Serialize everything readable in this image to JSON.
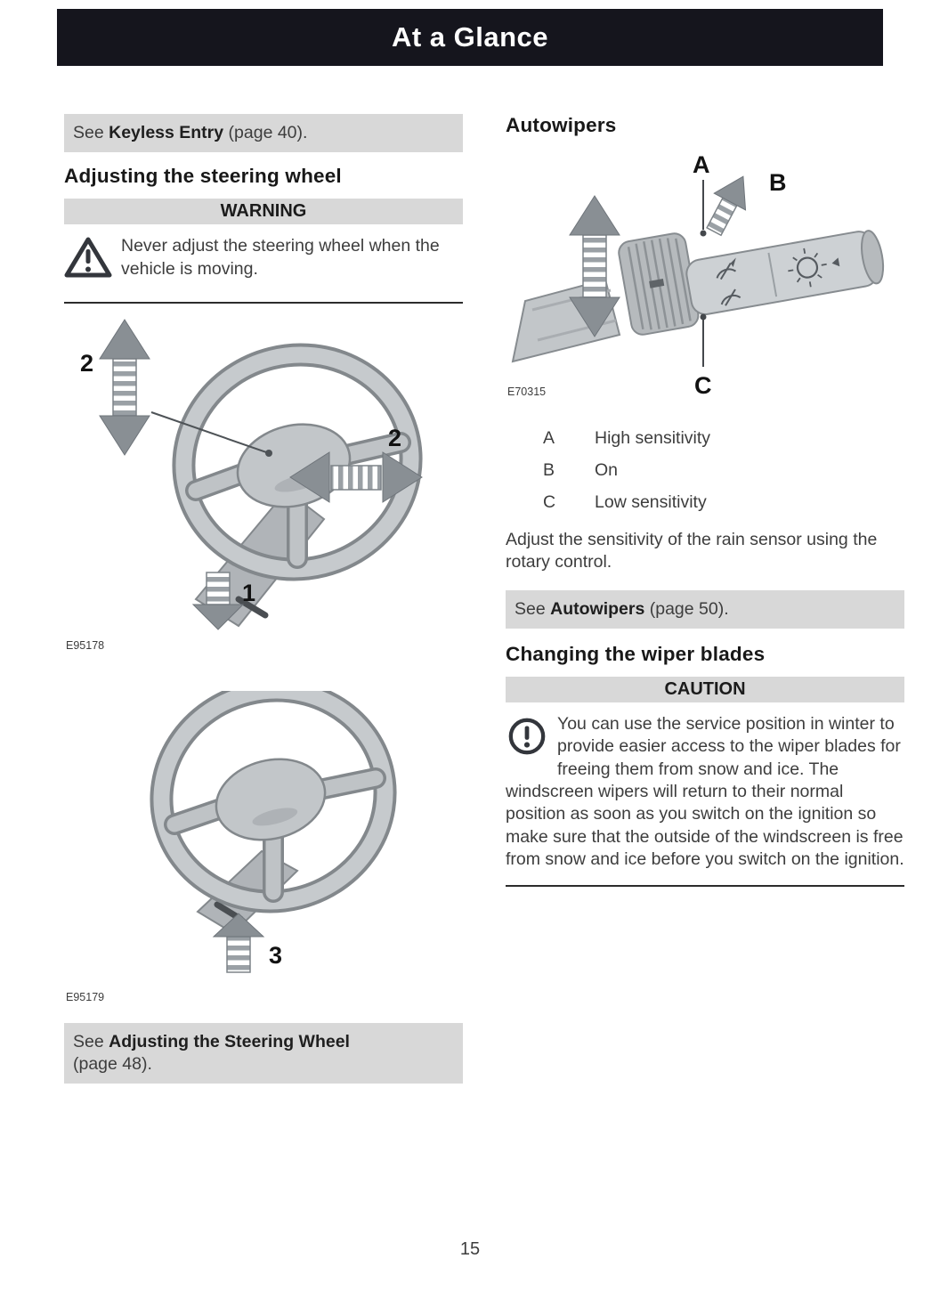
{
  "colors": {
    "header_bg": "#15151d",
    "panel_gray": "#d8d8d8",
    "body_text": "#3d3d3d",
    "illustration_gray": "#c2c6c9"
  },
  "header": {
    "title": "At a Glance"
  },
  "page_number": "15",
  "left_column": {
    "keyless_ref": {
      "prefix": "See ",
      "topic": "Keyless Entry",
      "suffix": " (page 40)."
    },
    "steering_heading": "Adjusting the steering wheel",
    "warning": {
      "label": "WARNING",
      "text": "Never adjust the steering wheel when the vehicle is moving."
    },
    "figure1": {
      "caption": "E95178",
      "labels": {
        "tilt_arrow": "2",
        "reach_arrow": "2",
        "release_lever": "1"
      }
    },
    "figure2": {
      "caption": "E95179",
      "labels": {
        "lock_lever": "3"
      }
    },
    "steering_ref": {
      "prefix": "See ",
      "topic": "Adjusting the Steering Wheel",
      "suffix": "(page 48)."
    }
  },
  "right_column": {
    "autowipers_heading": "Autowipers",
    "figure": {
      "caption": "E70315",
      "labels": {
        "a": "A",
        "b": "B",
        "c": "C"
      }
    },
    "legend": [
      {
        "key": "A",
        "value": "High sensitivity"
      },
      {
        "key": "B",
        "value": "On"
      },
      {
        "key": "C",
        "value": "Low sensitivity"
      }
    ],
    "sensor_text": "Adjust the sensitivity of the rain sensor using the rotary control.",
    "autowipers_ref": {
      "prefix": "See ",
      "topic": "Autowipers",
      "suffix": " (page 50)."
    },
    "wiper_heading": "Changing the wiper blades",
    "caution": {
      "label": "CAUTION",
      "text": "You can use the service position in winter to provide easier access to the wiper blades for freeing them from snow and ice. The windscreen wipers will return to their normal position as soon as you switch on the ignition so make sure that the outside of the windscreen is free from snow and ice before you switch on the ignition."
    }
  }
}
